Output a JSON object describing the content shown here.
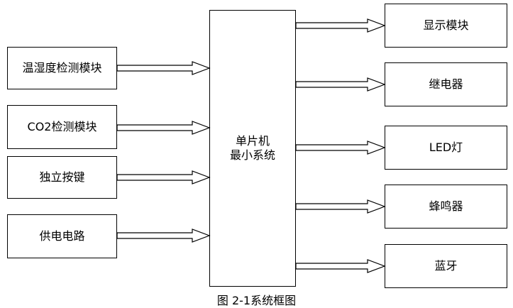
{
  "diagram": {
    "inputs": [
      {
        "label": "温湿度检测模块"
      },
      {
        "label": "CO2检测模块"
      },
      {
        "label": "独立按键"
      },
      {
        "label": "供电电路"
      }
    ],
    "core": {
      "line1": "单片机",
      "line2": "最小系统"
    },
    "outputs": [
      {
        "label": "显示模块"
      },
      {
        "label": "继电器"
      },
      {
        "label": "LED灯"
      },
      {
        "label": "蜂鸣器"
      },
      {
        "label": "蓝牙"
      }
    ],
    "caption": "图 2-1系统框图"
  }
}
